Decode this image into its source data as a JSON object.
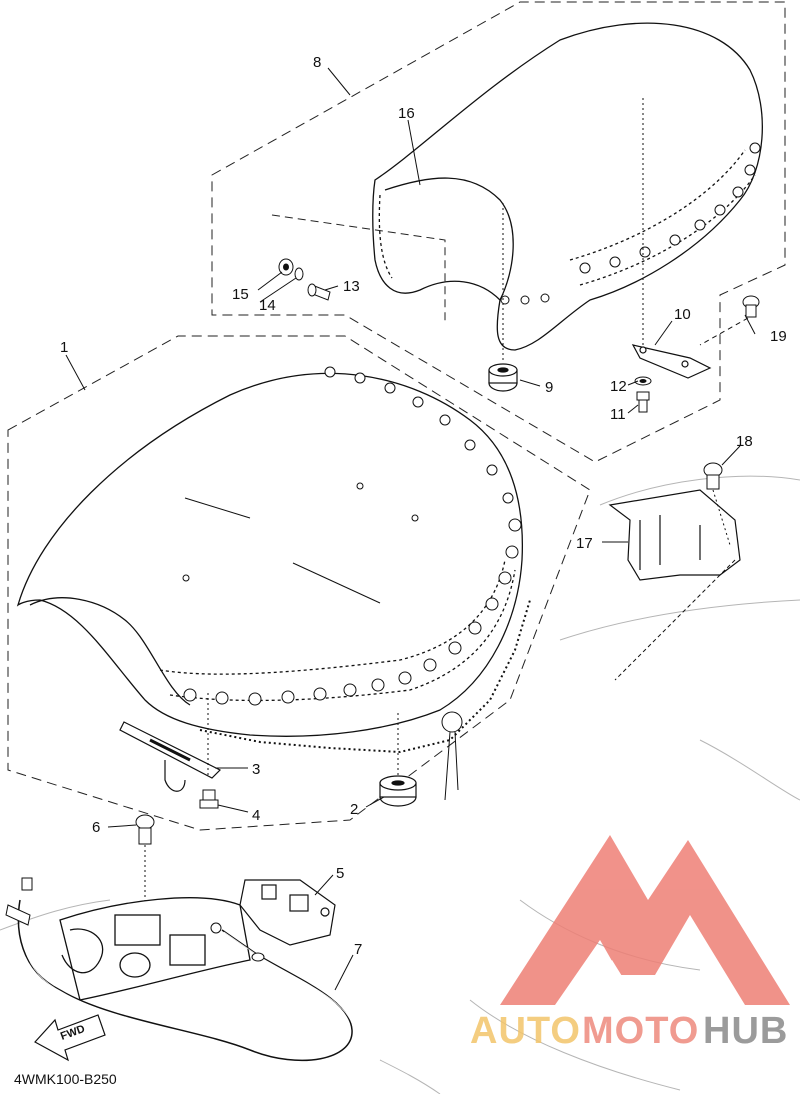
{
  "diagram_code": "4WMK100-B250",
  "fwd_label": "FWD",
  "watermark": {
    "part1": "AUTO",
    "part2": "MOTO",
    "part3": "HUB",
    "color1": "#f3c56a",
    "color2": "#ee8a7d",
    "color3": "#8a8a8a"
  },
  "callouts": {
    "c1": "1",
    "c2": "2",
    "c3": "3",
    "c4": "4",
    "c5": "5",
    "c6": "6",
    "c7": "7",
    "c8": "8",
    "c9": "9",
    "c10": "10",
    "c11": "11",
    "c12": "12",
    "c13": "13",
    "c14": "14",
    "c15": "15",
    "c16": "16",
    "c17": "17",
    "c18": "18",
    "c19": "19"
  },
  "colors": {
    "line": "#111111",
    "dash": "#222222",
    "frame": "#b5b5b5",
    "logo": "#ee7f75"
  }
}
